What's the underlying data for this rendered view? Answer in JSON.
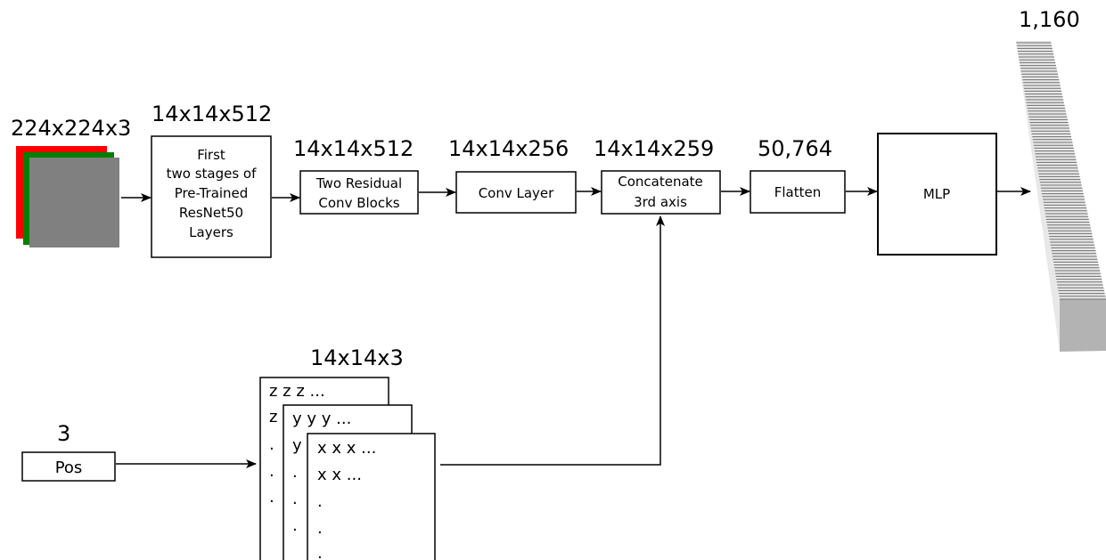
{
  "input_image": {
    "dim": "224x224x3",
    "colors": [
      "#ff0000",
      "#008000",
      "#808080"
    ]
  },
  "resnet": {
    "dim": "14x14x512",
    "lines": [
      "First",
      "two stages of",
      "Pre-Trained",
      "ResNet50",
      "Layers"
    ]
  },
  "residual": {
    "dim": "14x14x512",
    "lines": [
      "Two Residual",
      "Conv Blocks"
    ]
  },
  "conv": {
    "dim": "14x14x256",
    "label": "Conv Layer"
  },
  "concat": {
    "dim": "14x14x259",
    "lines": [
      "Concatenate",
      "3rd axis"
    ]
  },
  "flatten": {
    "dim": "50,764",
    "label": "Flatten"
  },
  "mlp": {
    "label": "MLP"
  },
  "output": {
    "dim": "1,160"
  },
  "pos": {
    "dim": "3",
    "label": "Pos"
  },
  "pos_grid": {
    "dim": "14x14x3",
    "z_lines": [
      "z z z ...",
      "z",
      ".",
      ".",
      "."
    ],
    "y_lines": [
      "y y y ...",
      "y",
      ".",
      ".",
      "."
    ],
    "x_lines": [
      "x x x ...",
      "x x ...",
      ".",
      ".",
      "."
    ]
  }
}
